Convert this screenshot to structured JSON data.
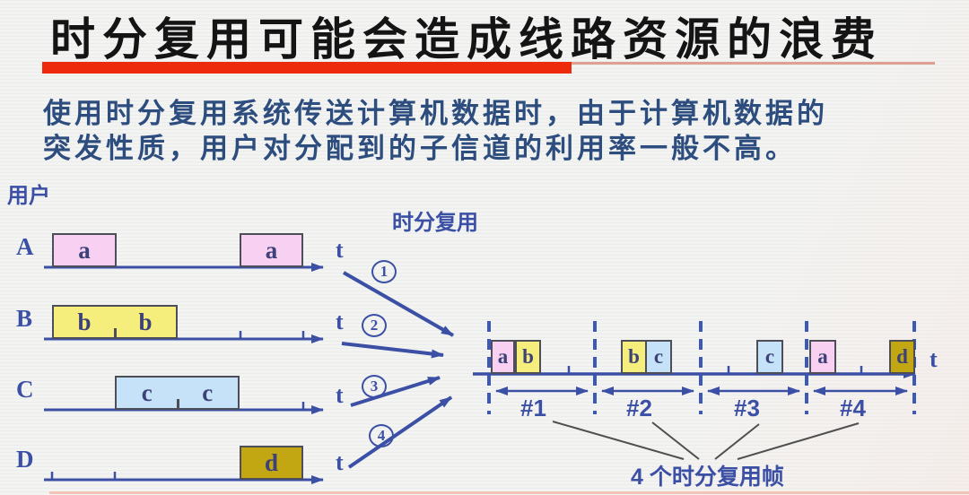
{
  "title": {
    "text": "时分复用可能会造成线路资源的浪费"
  },
  "body": {
    "line1": "使用时分复用系统传送计算机数据时，由于计算机数据的",
    "line2": "突发性质，用户对分配到的子信道的利用率一般不高。"
  },
  "users_label": "用户",
  "mux_label": "时分复用",
  "axis_label": "t",
  "frames_caption": "4 个时分复用帧",
  "users": [
    {
      "label": "A",
      "boxes": [
        {
          "letters": [
            "a"
          ]
        },
        {
          "letters": [
            "a"
          ]
        }
      ]
    },
    {
      "label": "B",
      "boxes": [
        {
          "letters": [
            "b",
            "b"
          ]
        }
      ]
    },
    {
      "label": "C",
      "boxes": [
        {
          "letters": [
            "c",
            "c"
          ]
        }
      ]
    },
    {
      "label": "D",
      "boxes": [
        {
          "letters": [
            "d"
          ]
        }
      ]
    }
  ],
  "channel_numbers": [
    "1",
    "2",
    "3",
    "4"
  ],
  "frames": [
    {
      "label": "#1",
      "slots": [
        "a",
        "b"
      ]
    },
    {
      "label": "#2",
      "slots": [
        "b",
        "c"
      ]
    },
    {
      "label": "#3",
      "slots": [
        "c"
      ]
    },
    {
      "label": "#4",
      "slots": [
        "a",
        "d"
      ]
    }
  ],
  "colors": {
    "title_text": "#141414",
    "red_bar": "#ee2a0c",
    "thin_underline": "#dfa092",
    "body_text": "#2d4d7e",
    "diagram_blue": "#3b4fa5",
    "dashed_blue": "#3c59b8",
    "pink_slot": "#f8d0f2",
    "yellow_slot": "#f5ee7c",
    "blue_slot": "#c5e2f8",
    "olive_slot": "#c2a713",
    "box_border": "#4e4e58",
    "box_letter": "#3c4177",
    "fan_line": "#4f4f4f",
    "bottom_line": "#f2c4b6",
    "background": "#f3f4f2"
  }
}
